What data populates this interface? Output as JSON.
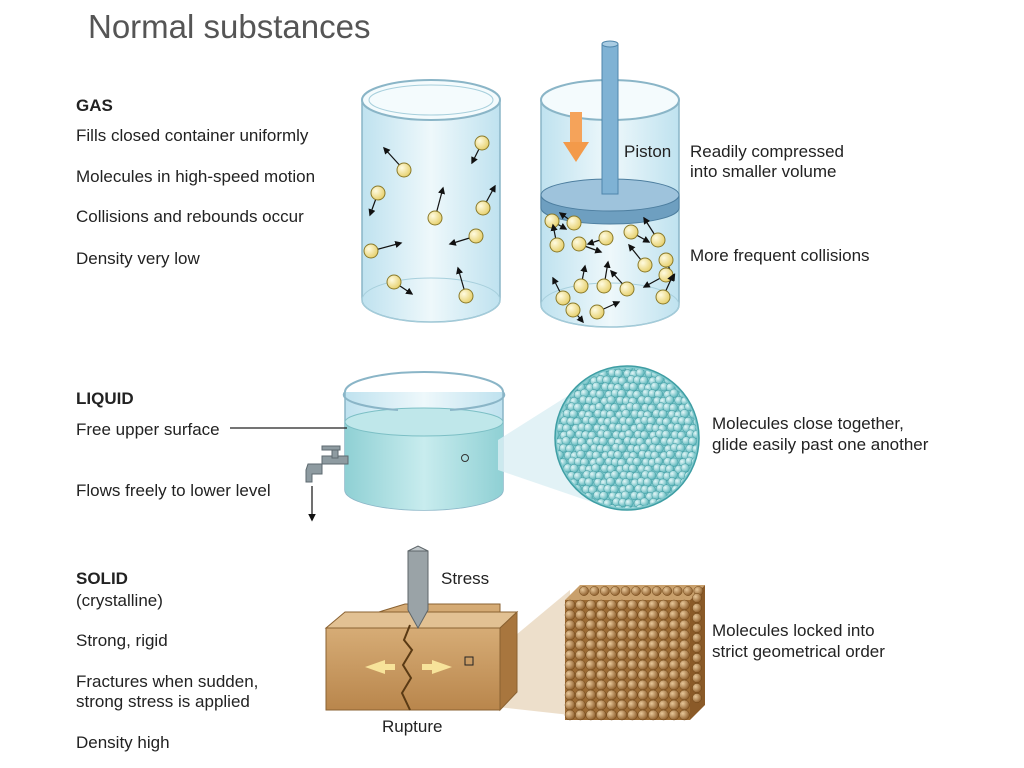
{
  "title": "Normal substances",
  "gas": {
    "heading": "GAS",
    "props": [
      "Fills closed container uniformly",
      "Molecules in high-speed motion",
      "Collisions and rebounds occur",
      "Density very low"
    ],
    "piston_label": "Piston",
    "compress_label": [
      "Readily compressed",
      "into smaller volume"
    ],
    "collisions_label": "More frequent collisions"
  },
  "liquid": {
    "heading": "LIQUID",
    "props": [
      "Free upper surface",
      "Flows freely to lower level"
    ],
    "zoom_label": [
      "Molecules close together,",
      "glide easily past one another"
    ]
  },
  "solid": {
    "heading": "SOLID",
    "subheading": "(crystalline)",
    "props": [
      "Strong, rigid",
      "Fractures when sudden,",
      "strong stress is applied",
      "Density high"
    ],
    "stress_label": "Stress",
    "rupture_label": "Rupture",
    "zoom_label": [
      "Molecules locked into",
      "strict geometrical order"
    ]
  },
  "colors": {
    "container_glass": "#d9eef6",
    "gas_molecule": "#f3e49a",
    "liquid": "#a9dde0",
    "liquid_molecule": "#7fc8cc",
    "solid_block": "#c99b63",
    "solid_molecule": "#a8773f",
    "arrow_orange": "#f39a4a"
  }
}
